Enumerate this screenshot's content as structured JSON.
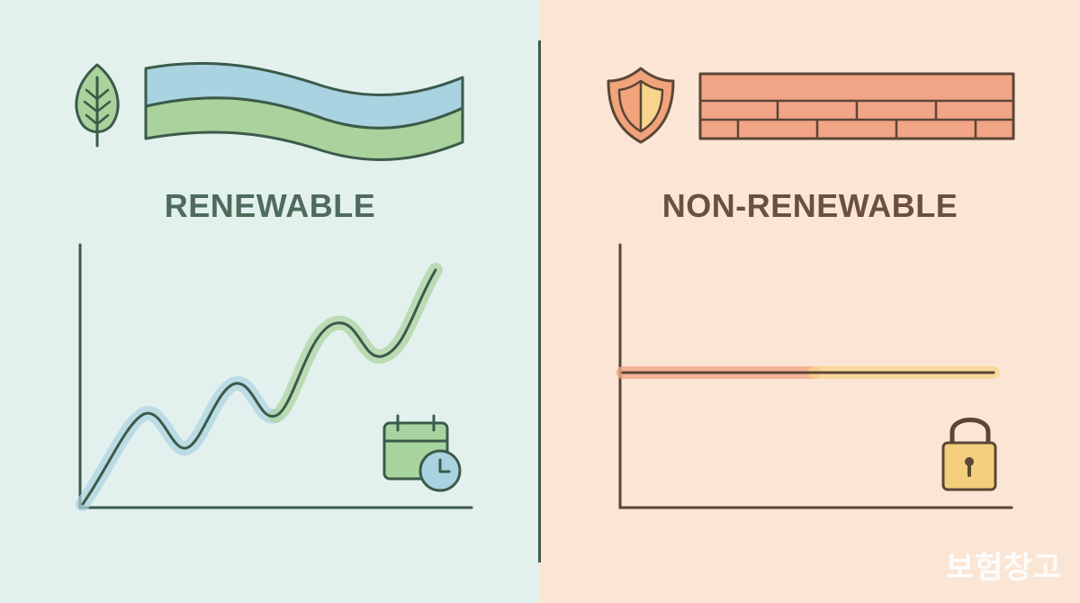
{
  "colors": {
    "left_bg": "#e3f1ee",
    "right_bg": "#fbe6d6",
    "divider": "#3e5a4d",
    "line": "#3c5a4a",
    "line_right": "#5a4636",
    "green": "#a9d29c",
    "blue": "#a9d3e0",
    "brick": "#f2a486",
    "shield_orange": "#f1a37b",
    "shield_yellow": "#f8d58c",
    "lock": "#f3cf7d",
    "calendar": "#a8d4a0",
    "renewable_text": "#4f6b5c",
    "nonrenewable_text": "#6b4f3f",
    "watermark": "#ffffff"
  },
  "renewable": {
    "label": "RENEWABLE",
    "icons": [
      "leaf-icon",
      "wave-banner-icon",
      "calendar-clock-icon"
    ],
    "trend": "rising-oscillating"
  },
  "nonrenewable": {
    "label": "NON-RENEWABLE",
    "icons": [
      "shield-icon",
      "brick-wall-icon",
      "padlock-icon"
    ],
    "trend": "flat"
  },
  "watermark": "보험창고"
}
